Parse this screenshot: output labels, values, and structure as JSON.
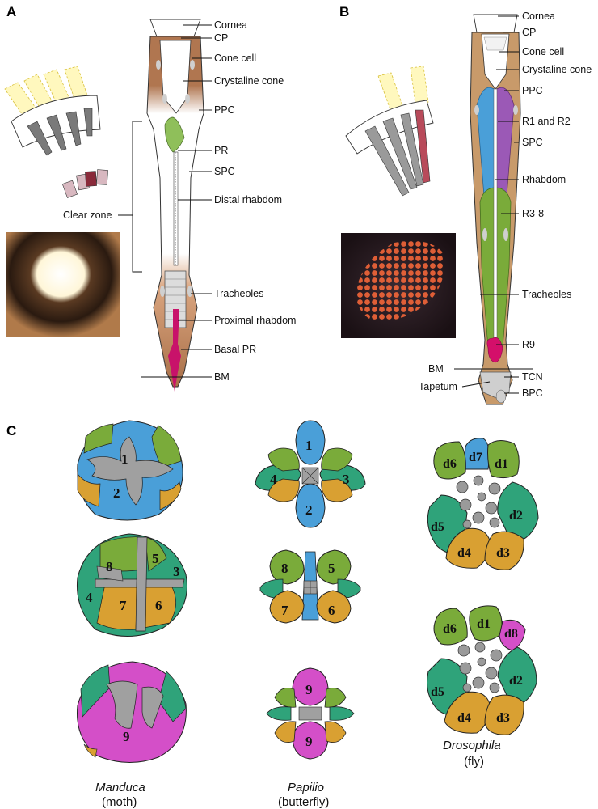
{
  "panels": {
    "a": "A",
    "b": "B",
    "c": "C"
  },
  "panel_a": {
    "labels": [
      "Cornea",
      "CP",
      "Cone cell",
      "Crystaline cone",
      "PPC",
      "PR",
      "SPC",
      "Distal rhabdom",
      "Clear zone",
      "Tracheoles",
      "Proximal rhabdom",
      "Basal PR",
      "BM"
    ]
  },
  "panel_b": {
    "labels": [
      "Cornea",
      "CP",
      "Cone cell",
      "Crystaline cone",
      "PPC",
      "R1 and R2",
      "SPC",
      "Rhabdom",
      "R3-8",
      "Tracheoles",
      "R9",
      "BM",
      "TCN",
      "Tapetum",
      "BPC"
    ]
  },
  "panel_c": {
    "manduca": {
      "name": "Manduca",
      "common": "(moth)",
      "rows": [
        [
          "1",
          "2"
        ],
        [
          "8",
          "5",
          "3",
          "4",
          "7",
          "6"
        ],
        [
          "9"
        ]
      ]
    },
    "papilio": {
      "name": "Papilio",
      "common": "(butterfly)",
      "rows": [
        [
          "1",
          "4",
          "3",
          "2"
        ],
        [
          "8",
          "5",
          "7",
          "6"
        ],
        [
          "9",
          "9"
        ]
      ]
    },
    "drosophila": {
      "name": "Drosophila",
      "common": "(fly)",
      "rows": [
        [
          "d6",
          "d7",
          "d1",
          "d5",
          "d2",
          "d4",
          "d3"
        ],
        [
          "d6",
          "d1",
          "d8",
          "d5",
          "d2",
          "d4",
          "d3"
        ]
      ]
    }
  },
  "colors": {
    "cone_brown": "#b07650",
    "spc_tan": "#c89a6a",
    "r1_blue": "#4a9fd8",
    "r2_purple": "#9b59b6",
    "r_green": "#7aab3a",
    "teal": "#2fa37a",
    "orange": "#d9a032",
    "magenta": "#d44fc8",
    "basal_pink": "#c8126a",
    "grey": "#9a9a9a"
  }
}
